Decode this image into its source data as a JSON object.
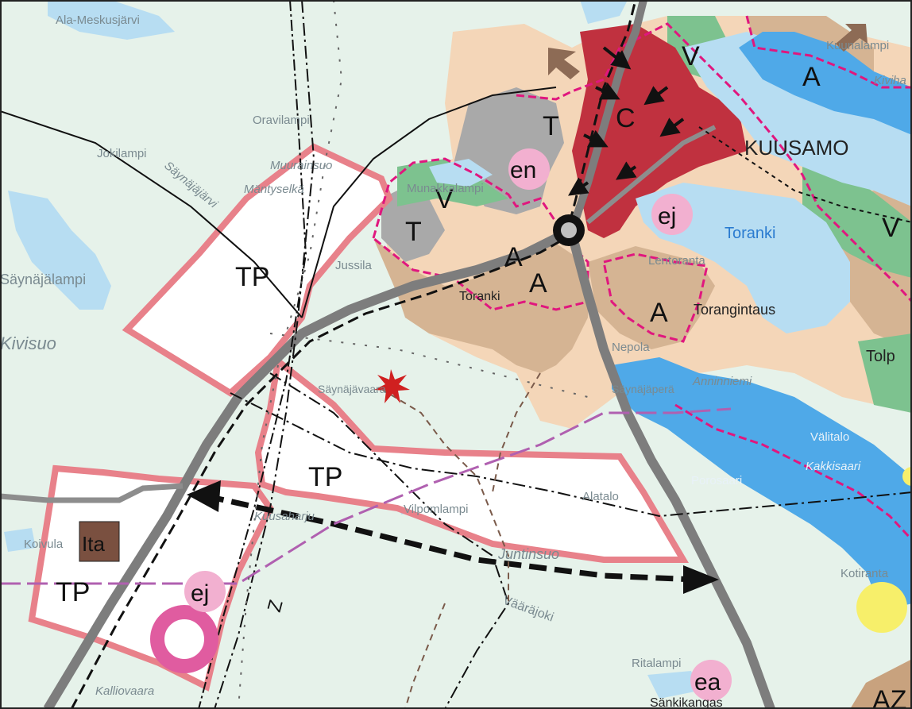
{
  "map": {
    "town_name": "KUUSAMO",
    "zones": {
      "tp_west": "TP",
      "tp_middle": "TP",
      "tp_south": "TP",
      "ita": "Ita",
      "c": "C",
      "v_north": "V",
      "v_west": "V",
      "v_east": "V",
      "a_north": "A",
      "a_1": "A",
      "a_2": "A",
      "a_3": "A",
      "t_1": "T",
      "t_2": "T",
      "z": "Z",
      "az": "AZ"
    },
    "circles": {
      "en": "en",
      "ej_1": "ej",
      "ej_2": "ej",
      "ea": "ea"
    },
    "place_names": {
      "ala_meskusjarvi": "Ala-Meskusjärvi",
      "oravilampi": "Oravilampi",
      "jokilampi": "Jokilampi",
      "saynajajarvi": "Säynäjäjärvi",
      "mantyselka": "Mäntyselkä",
      "muurainsuo": "Muurainsuo",
      "munakkalampi": "Munakkalampi",
      "kivisuo": "Kivisuo",
      "saynajalampi": "Säynäjälampi",
      "jussila": "Jussila",
      "toranki_village": "Toranki",
      "toranki_lake": "Toranki",
      "lentoranta": "Lentoranta",
      "torangintaus": "Torangintaus",
      "nepola": "Nepola",
      "anninniemi": "Anninniemi",
      "saynajavaara": "Säynäjävaara",
      "saynajapera": "Säynäjäperä",
      "valitalo": "Välitalo",
      "kakkisaari": "Kakkisaari",
      "porosaari": "Porosaari",
      "alatalo": "Alatalo",
      "vilpomlampi": "Vilpomlampi",
      "kuusaharju": "Kuusaharju",
      "juntinsuo": "Juntinsuo",
      "koivula": "Koivula",
      "vaarajoki": "Vääräjoki",
      "ritalampi": "Ritalampi",
      "sankikangas": "Sänkikangas",
      "kalliovaara": "Kalliovaara",
      "kotiranta": "Kotiranta",
      "tolp": "Tolp",
      "kiviha": "Kiviha",
      "kuunalampi": "Kuunalampi"
    },
    "colors": {
      "background": "#e6f2ea",
      "water": "#b7ddf2",
      "water_dark": "#4fa9e8",
      "town_center": "#c0313f",
      "residential": "#d5b493",
      "area_light": "#f4d6b8",
      "industry": "#a9a9a9",
      "recreation": "#7dc28f",
      "tp_border": "#e8818a",
      "magenta": "#e0177e",
      "pink_circle": "#f2b0d0",
      "yellow": "#f7ef6a",
      "brown_box": "#7a5040",
      "road": "#7d7d7d"
    }
  }
}
